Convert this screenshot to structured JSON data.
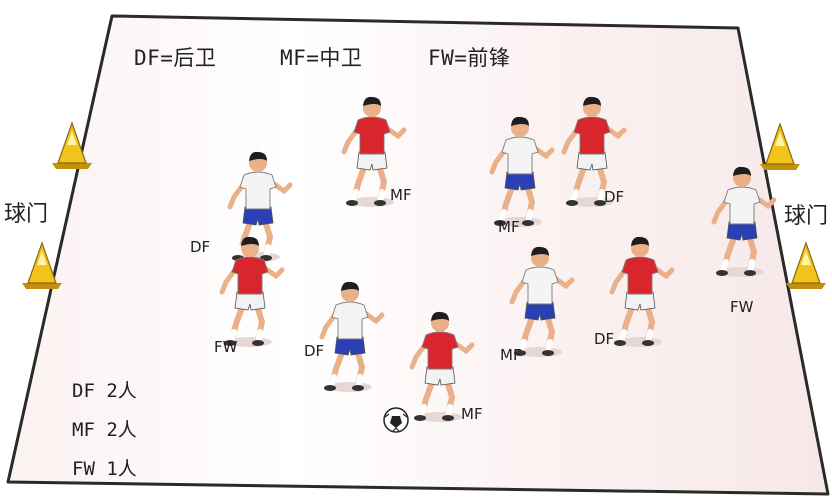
{
  "legend": {
    "df": "DF=后卫",
    "mf": "MF=中卫",
    "fw": "FW=前锋"
  },
  "goals": {
    "left": "球门",
    "right": "球门"
  },
  "counts": {
    "df": "DF  2人",
    "mf": "MF  2人",
    "fw": "FW  1人"
  },
  "players": [
    {
      "label": "MF",
      "team": "red"
    },
    {
      "label": "MF",
      "team": "white"
    },
    {
      "label": "DF",
      "team": "red"
    },
    {
      "label": "DF",
      "team": "white"
    },
    {
      "label": "FW",
      "team": "red"
    },
    {
      "label": "DF",
      "team": "white"
    },
    {
      "label": "MF",
      "team": "red"
    },
    {
      "label": "MF",
      "team": "white"
    },
    {
      "label": "DF",
      "team": "red"
    },
    {
      "label": "FW",
      "team": "white"
    }
  ],
  "colors": {
    "field_line": "#2a2a2a",
    "red_shirt": "#d8262c",
    "white_shirt": "#f4f4f4",
    "blue_shorts": "#2b3fb5",
    "white_shorts": "#f2f2f2",
    "cone": "#f1c31c",
    "skin": "#e9b08a"
  }
}
